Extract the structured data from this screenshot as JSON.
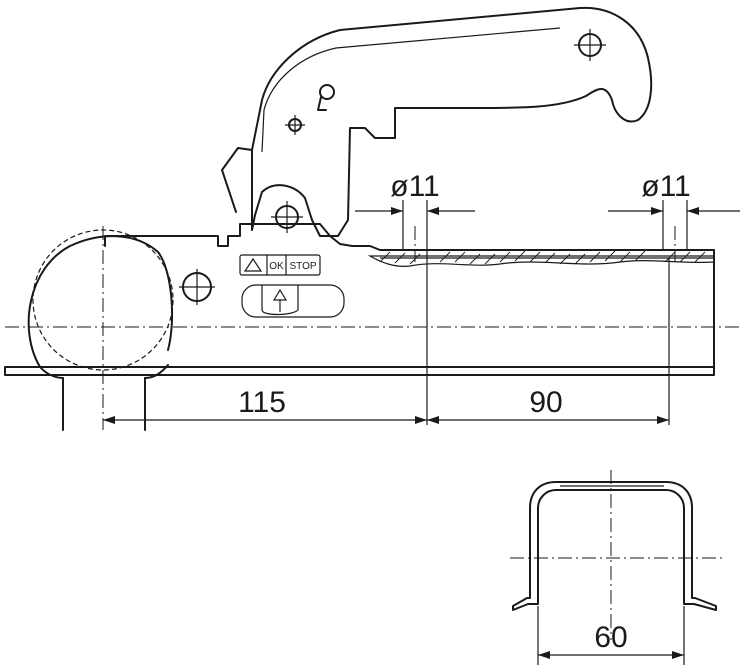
{
  "dimensions": {
    "hole_left": "ø11",
    "hole_right": "ø11",
    "len_115": "115",
    "len_90": "90",
    "width_60": "60"
  },
  "safety_label": {
    "warning_icon": "warning-triangle-icon",
    "ok": "OK",
    "stop": "STOP"
  },
  "indicator_icon": "arrow-up-icon"
}
